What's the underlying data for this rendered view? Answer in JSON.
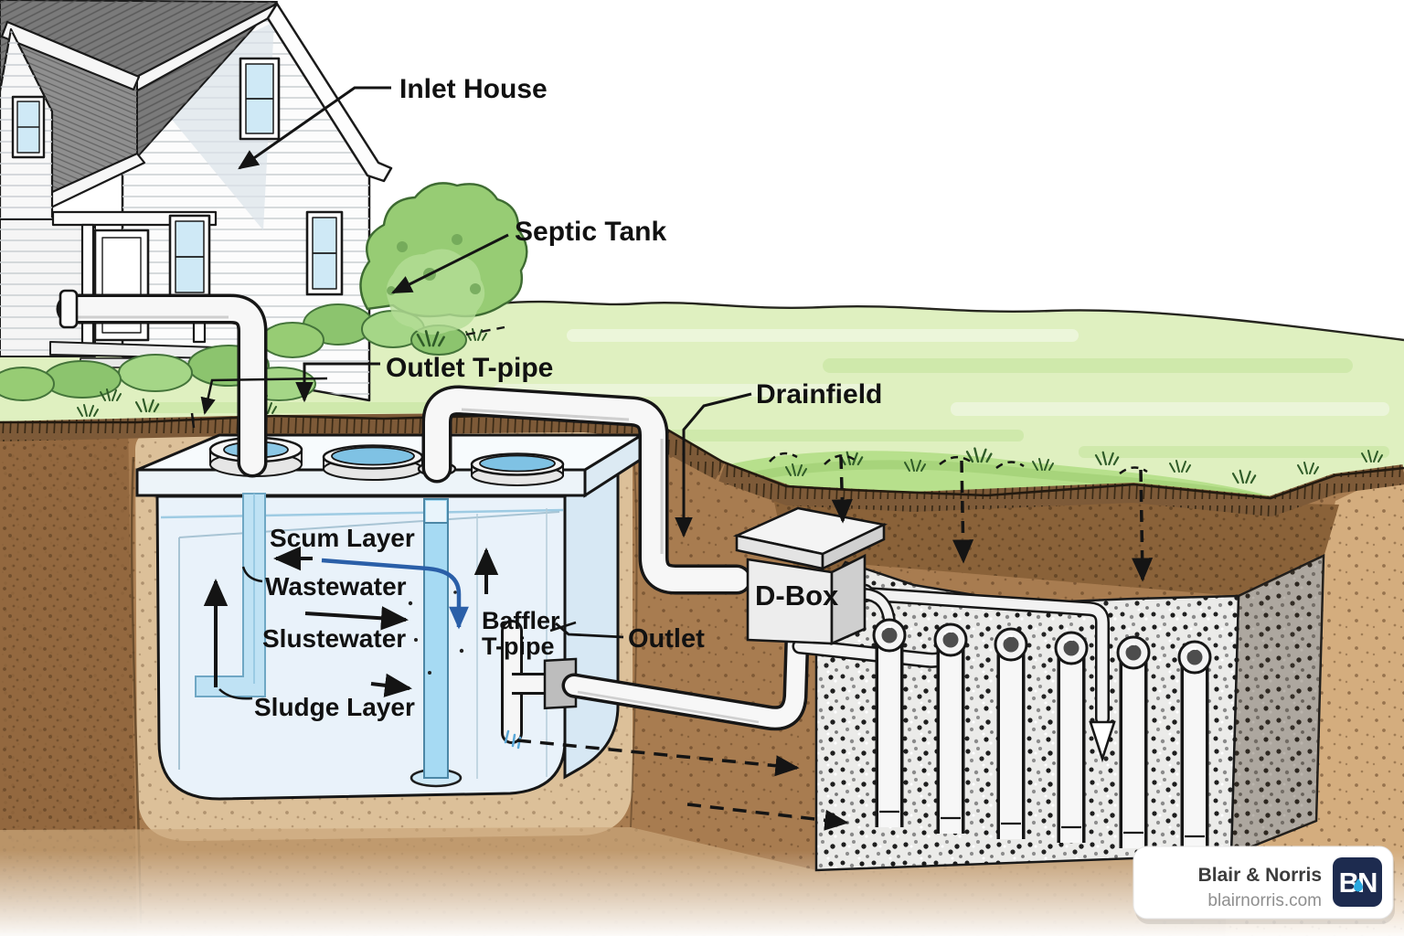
{
  "labels": {
    "inlet_house": "Inlet House",
    "septic_tank": "Septic Tank",
    "outlet_t_pipe": "Outlet T-pipe",
    "drainfield": "Drainfield",
    "outlet": "Outlet",
    "d_box": "D-Box",
    "baffler_line1": "Baffler",
    "baffler_line2": "T-pipe",
    "scum_layer": "Scum Layer",
    "wastewater": "Wastewater",
    "slustewater": "Slustewater",
    "sludge_layer": "Sludge Layer"
  },
  "branding": {
    "company": "Blair & Norris",
    "website": "blairnorris.com",
    "monogram": "BN"
  },
  "colors": {
    "sky": "#ffffff",
    "grass": "#dff0c0",
    "grass_mound": "#b7e08c",
    "soil": "#a87c50",
    "soil_pit": "#dcc099",
    "soil_dark_band": "#7d5a38",
    "tank_body": "#e9f2fa",
    "water_blue": "#a6daf3",
    "flow_arrow_blue": "#2a5fa8",
    "gravel_base": "#ebebe9",
    "pipe_white": "#f7f7f7",
    "logo_navy": "#1d2b4f",
    "logo_droplet": "#2aa9e0",
    "label_text": "#111111"
  }
}
